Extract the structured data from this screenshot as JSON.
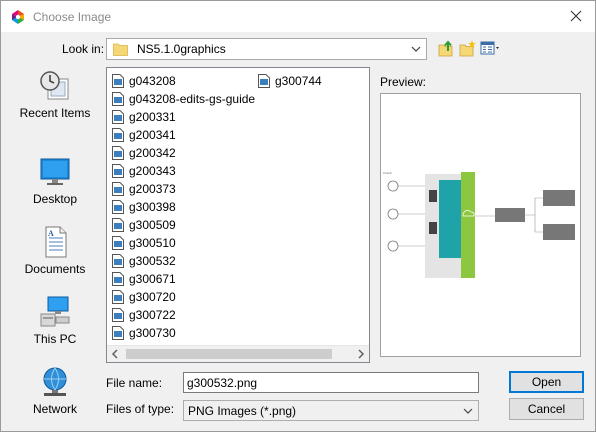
{
  "window": {
    "title": "Choose Image"
  },
  "lookin": {
    "label": "Look in:",
    "value": "NS5.1.0graphics"
  },
  "places": [
    {
      "label": "Recent Items",
      "icon": "recent-items-icon"
    },
    {
      "label": "Desktop",
      "icon": "desktop-icon"
    },
    {
      "label": "Documents",
      "icon": "documents-icon"
    },
    {
      "label": "This PC",
      "icon": "this-pc-icon"
    },
    {
      "label": "Network",
      "icon": "network-icon"
    }
  ],
  "files": [
    "g043208",
    "g043208-edits-gs-guide",
    "g200331",
    "g200341",
    "g200342",
    "g200343",
    "g200373",
    "g300398",
    "g300509",
    "g300510",
    "g300532",
    "g300671",
    "g300720",
    "g300722",
    "g300730",
    "g300744"
  ],
  "preview": {
    "label": "Preview:"
  },
  "filename": {
    "label": "File name:",
    "value": "g300532.png"
  },
  "filetype": {
    "label": "Files of type:",
    "value": "PNG Images (*.png)"
  },
  "buttons": {
    "open": "Open",
    "cancel": "Cancel"
  },
  "colors": {
    "accent": "#0078d7",
    "folder": "#f6d776",
    "preview_green": "#8dc63f"
  }
}
